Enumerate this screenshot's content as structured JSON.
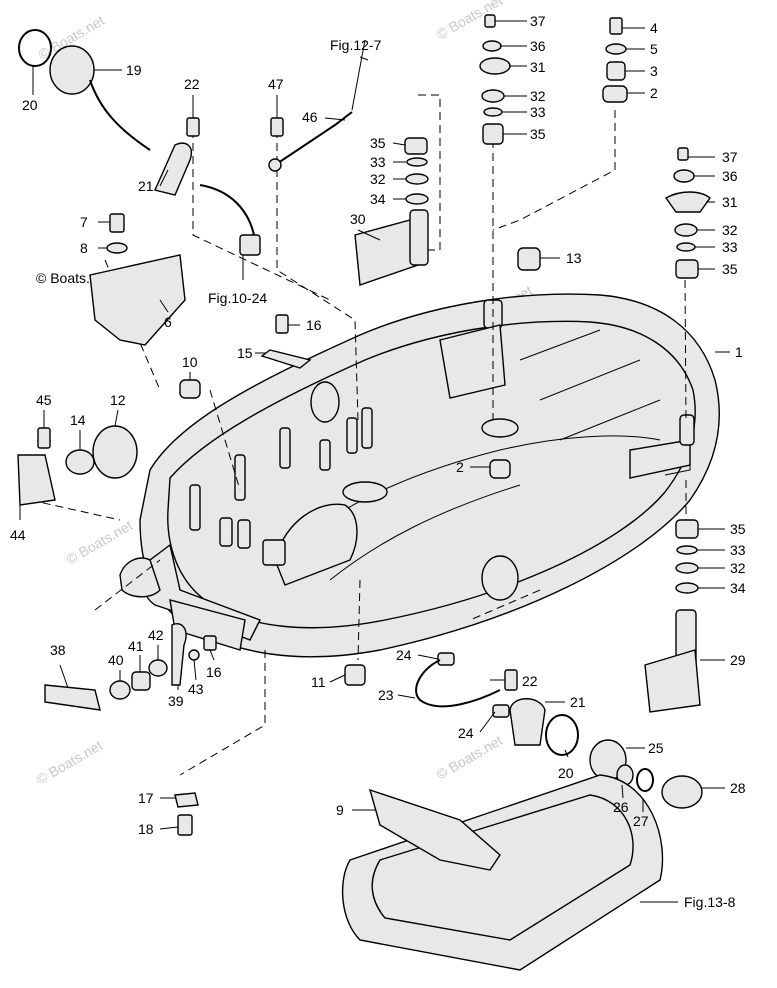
{
  "watermark": "© Boats.net",
  "callouts": [
    {
      "num": "37"
    },
    {
      "num": "36"
    },
    {
      "num": "31"
    },
    {
      "num": "32"
    },
    {
      "num": "33"
    },
    {
      "num": "35"
    },
    {
      "num": "4"
    },
    {
      "num": "5"
    },
    {
      "num": "3"
    },
    {
      "num": "2"
    },
    {
      "num": "19"
    },
    {
      "num": "20"
    },
    {
      "num": "22"
    },
    {
      "num": "47"
    },
    {
      "num": "46"
    },
    {
      "num": "21"
    },
    {
      "num": "35"
    },
    {
      "num": "33"
    },
    {
      "num": "32"
    },
    {
      "num": "34"
    },
    {
      "num": "30"
    },
    {
      "num": "37"
    },
    {
      "num": "36"
    },
    {
      "num": "31"
    },
    {
      "num": "32"
    },
    {
      "num": "33"
    },
    {
      "num": "35"
    },
    {
      "num": "7"
    },
    {
      "num": "8"
    },
    {
      "num": "13"
    },
    {
      "num": "16"
    },
    {
      "num": "6"
    },
    {
      "num": "15"
    },
    {
      "num": "1"
    },
    {
      "num": "10"
    },
    {
      "num": "45"
    },
    {
      "num": "12"
    },
    {
      "num": "14"
    },
    {
      "num": "44"
    },
    {
      "num": "2"
    },
    {
      "num": "35"
    },
    {
      "num": "33"
    },
    {
      "num": "32"
    },
    {
      "num": "34"
    },
    {
      "num": "38"
    },
    {
      "num": "40"
    },
    {
      "num": "41"
    },
    {
      "num": "42"
    },
    {
      "num": "39"
    },
    {
      "num": "43"
    },
    {
      "num": "16"
    },
    {
      "num": "11"
    },
    {
      "num": "24"
    },
    {
      "num": "22"
    },
    {
      "num": "23"
    },
    {
      "num": "21"
    },
    {
      "num": "29"
    },
    {
      "num": "24"
    },
    {
      "num": "20"
    },
    {
      "num": "25"
    },
    {
      "num": "28"
    },
    {
      "num": "26"
    },
    {
      "num": "27"
    },
    {
      "num": "17"
    },
    {
      "num": "18"
    },
    {
      "num": "9"
    }
  ],
  "references": [
    {
      "text": "Fig.12-7"
    },
    {
      "text": "Fig.10-24"
    },
    {
      "text": "Fig.13-8"
    }
  ]
}
